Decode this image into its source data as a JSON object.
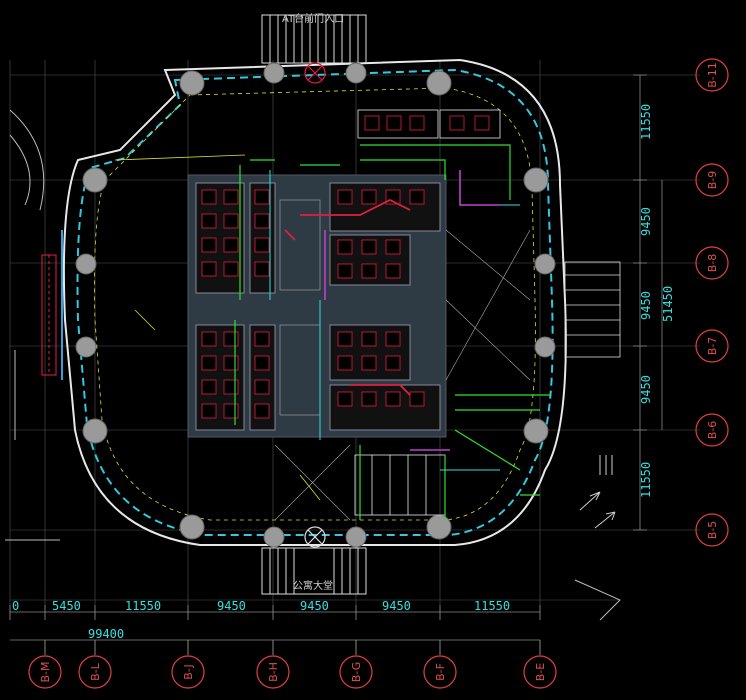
{
  "drawing": {
    "top_entrance_label": "AT台前门入口",
    "bottom_entrance_label": "公寓大堂"
  },
  "dimensions": {
    "bottom": [
      "0",
      "5450",
      "11550",
      "9450",
      "9450",
      "9450",
      "11550"
    ],
    "bottom_total": "99400",
    "right": [
      "11550",
      "9450",
      "9450",
      "9450",
      "11550"
    ],
    "right_total": "51450"
  },
  "axes": {
    "right": [
      "B-11",
      "B-9",
      "B-8",
      "B-7",
      "B-6",
      "B-5"
    ],
    "bottom": [
      "B-M",
      "B-L",
      "B-J",
      "B-H",
      "B-G",
      "B-F",
      "B-E"
    ]
  },
  "colors": {
    "background": "#000000",
    "outline": "#e8e8e8",
    "curtain_wall": "#33c8e0",
    "core": "#2e3a44",
    "columns": "#9a9a9a",
    "dimension_text": "#33e0e0",
    "axis_bubble": "#e04040",
    "hvac_green": "#30e030",
    "hvac_red": "#e02040",
    "hvac_magenta": "#c040d0"
  }
}
